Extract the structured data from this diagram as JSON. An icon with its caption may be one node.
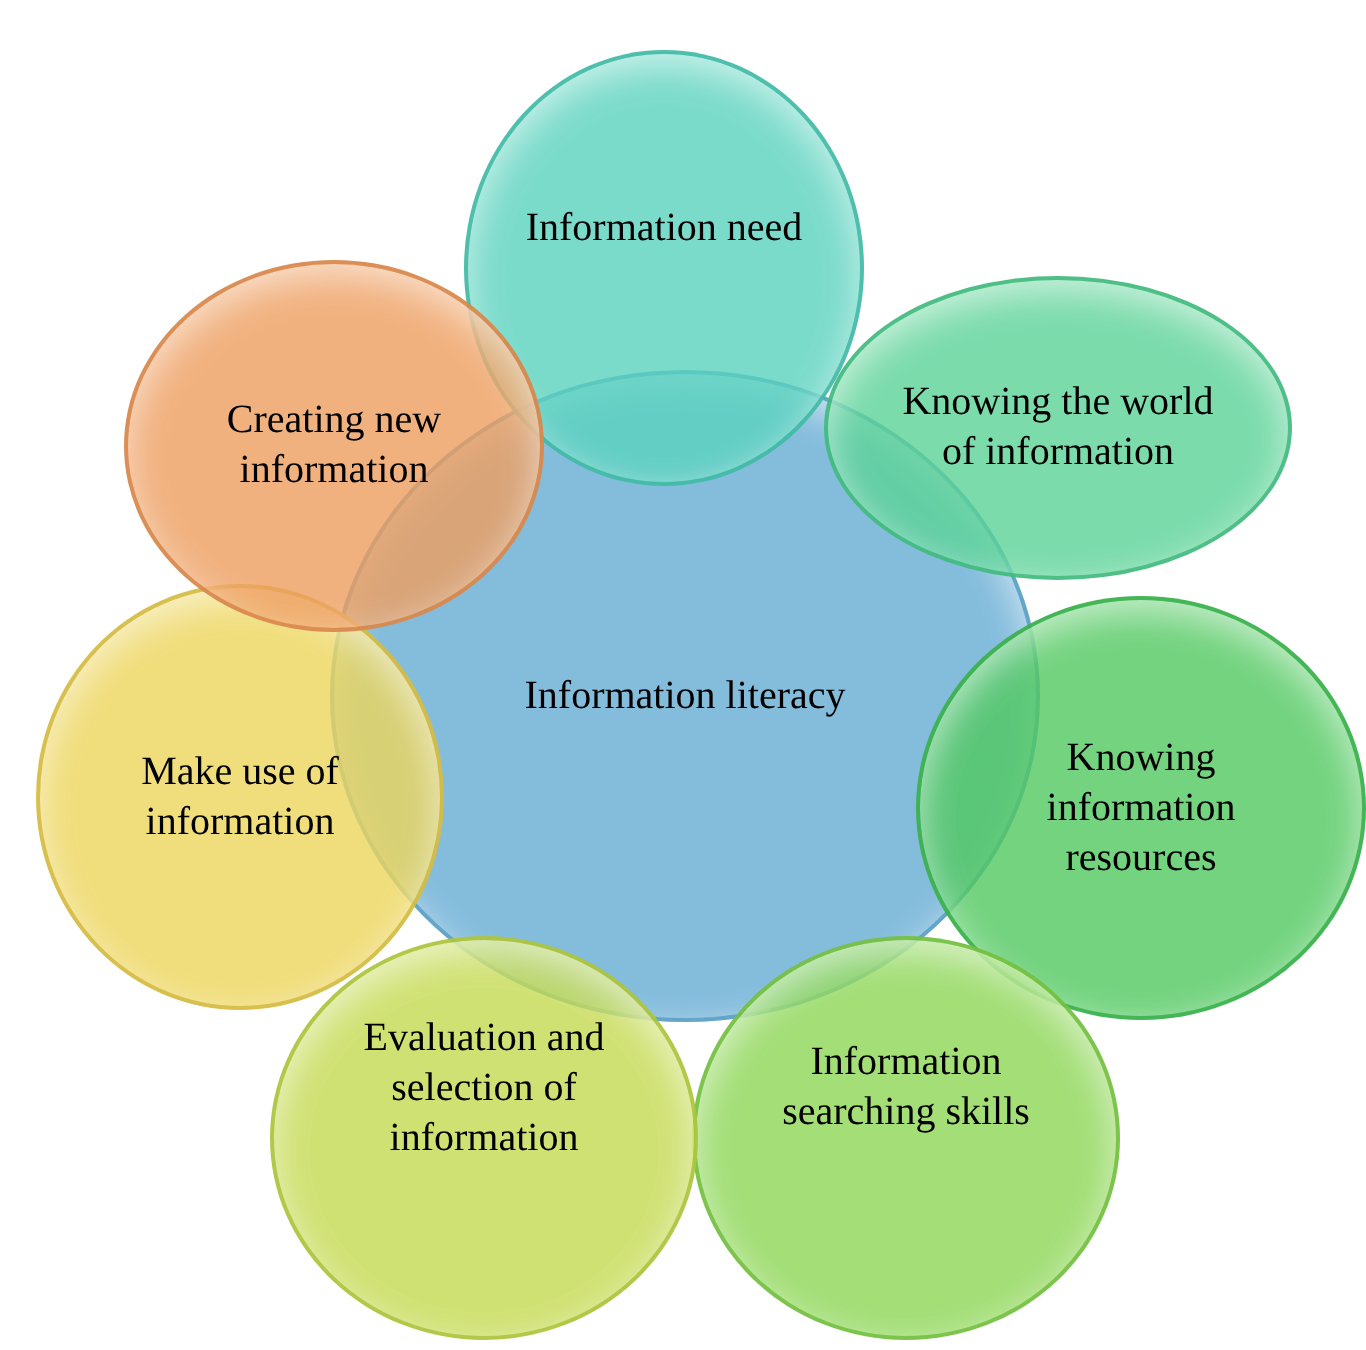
{
  "diagram": {
    "nodes": [
      {
        "text": [
          "Information literacy"
        ]
      },
      {
        "text": [
          "Information need"
        ]
      },
      {
        "text": [
          "Knowing the world of information"
        ]
      },
      {
        "text": [
          "Knowing information resources"
        ]
      },
      {
        "text": [
          "Information searching skills"
        ]
      },
      {
        "text": [
          "Evaluation and selection of information"
        ]
      },
      {
        "text": [
          "Make use of information"
        ]
      },
      {
        "text": [
          "Creating new information"
        ]
      }
    ]
  }
}
